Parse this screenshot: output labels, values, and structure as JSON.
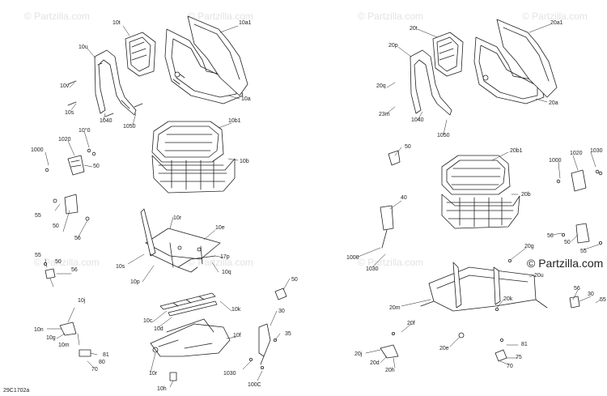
{
  "watermark": "© Partzilla.com",
  "watermark_emphasis": "© Partzilla.com",
  "diagram_code": "29C1702a",
  "callouts_left": {
    "c10t": "10t",
    "c10a1": "10a1",
    "c10u": "10u",
    "c10v": "10v",
    "c10s": "10s",
    "c1040": "1040",
    "c1050": "1050",
    "c10a": "10a",
    "c10b1": "10b1",
    "c10b": "10b",
    "c1000": "1000",
    "c1020": "1020",
    "c1010": "10°0",
    "c50a": "50",
    "c55a": "55",
    "c50b": "50",
    "c56a": "56",
    "c10r": "10r",
    "c10e": "10e",
    "c10s2": "10s",
    "c10p": "10p",
    "c17p": "17p",
    "c10q": "10q",
    "c55b": "55",
    "c50c": "50",
    "c56b": "56",
    "c50d": "50",
    "c30": "30",
    "c10k": "10k",
    "c10j": "10j",
    "c10n": "10n",
    "c10g": "10g",
    "c10m": "10m",
    "c10c": "10c",
    "c10d": "10d",
    "c10f": "10f",
    "c35": "35",
    "c81": "81",
    "c80": "80",
    "c70": "70",
    "c10r2": "10r",
    "c1030": "1030",
    "c1000b": "100C",
    "c10h": "10h"
  },
  "callouts_right": {
    "c20t": "20t",
    "c20a1": "20a1",
    "c20p": "20p",
    "c20q": "20q",
    "c23m": "23m",
    "c1040": "1040",
    "c1050": "1050",
    "c20a": "20a",
    "c50a": "50",
    "c20b1": "20b1",
    "c1000": "1000",
    "c1020": "1020",
    "c1030": "1030",
    "c20b": "20b",
    "c40": "40",
    "c1000b": "1000",
    "c1030b": "1030",
    "c56a": "56",
    "c50b": "50",
    "c55a": "55",
    "c20g": "20g",
    "c20u": "20u",
    "c20m": "20m",
    "c20k": "20k",
    "c56b": "56",
    "c30": "30",
    "c55b": "55",
    "c20f": "20f",
    "c20j": "20j",
    "c20d": "20d",
    "c20h": "20h",
    "c20e": "20e",
    "c81": "81",
    "c75": "75",
    "c70": "70"
  },
  "colors": {
    "ink": "#222222",
    "watermark": "#e3e3e3",
    "background": "#ffffff"
  }
}
